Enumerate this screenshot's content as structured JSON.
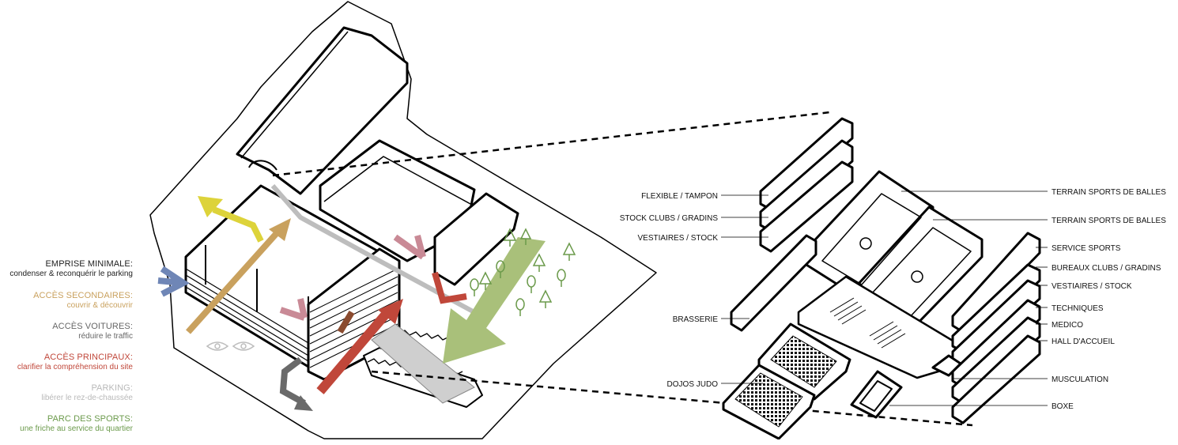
{
  "legend": [
    {
      "title": "EMPRISE MINIMALE:",
      "subtitle": "condenser & reconquérir le parking",
      "color": "#222222"
    },
    {
      "title": "ACCÈS SECONDAIRES:",
      "subtitle": "couvrir & découvrir",
      "color": "#c9a15e"
    },
    {
      "title": "ACCÈS VOITURES:",
      "subtitle": "réduire le traffic",
      "color": "#666666"
    },
    {
      "title": "ACCÈS PRINCIPAUX:",
      "subtitle": "clarifier la compréhension du site",
      "color": "#c0473a"
    },
    {
      "title": "PARKING:",
      "subtitle": "libérer le rez-de-chaussée",
      "color": "#b9b9b9"
    },
    {
      "title": "PARC DES SPORTS:",
      "subtitle": "une friche au service du quartier",
      "color": "#6b9a4b"
    }
  ],
  "left_labels": {
    "flexible": "FLEXIBLE / TAMPON",
    "stock_clubs": "STOCK CLUBS / GRADINS",
    "vestiaires": "VESTIAIRES / STOCK",
    "brasserie": "BRASSERIE",
    "dojos": "DOJOS JUDO"
  },
  "right_labels": {
    "terrain1": "TERRAIN SPORTS DE BALLES",
    "terrain2": "TERRAIN SPORTS DE BALLES",
    "service": "SERVICE SPORTS",
    "bureaux": "BUREAUX CLUBS / GRADINS",
    "vestiaires": "VESTIAIRES / STOCK",
    "techniques": "TECHNIQUES",
    "medico": "MEDICO",
    "hall": "HALL D'ACCUEIL",
    "musculation": "MUSCULATION",
    "boxe": "BOXE"
  },
  "colors": {
    "blue": "#6f86b6",
    "yellow": "#ddd33a",
    "tan": "#c9a15e",
    "pink": "#c98a96",
    "red": "#c0473a",
    "brown": "#8a4a2e",
    "green": "#a9c07a",
    "tree": "#6b9a4b",
    "grey": "#6a6a6a"
  }
}
